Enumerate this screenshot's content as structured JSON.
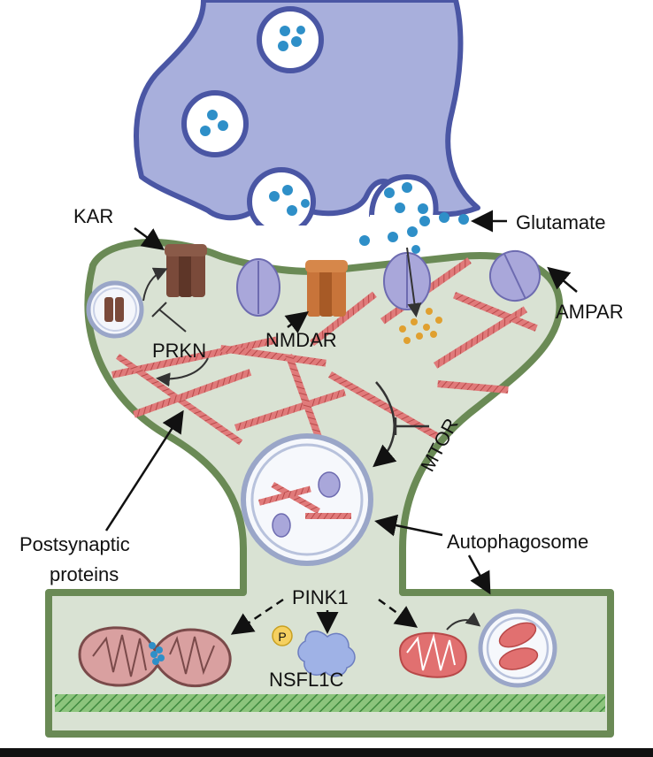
{
  "labels": {
    "kar": "KAR",
    "glutamate": "Glutamate",
    "ampar": "AMPAR",
    "prkn": "PRKN",
    "nmdar": "NMDAR",
    "mtor": "MTOR",
    "postsynaptic_line1": "Postsynaptic",
    "postsynaptic_line2": "proteins",
    "autophagosome": "Autophagosome",
    "pink1": "PINK1",
    "nsfl1c": "NSFL1C",
    "phospho": "P"
  },
  "colors": {
    "presynaptic_fill": "#a8afdc",
    "presynaptic_stroke": "#4a56a4",
    "vesicle_dot": "#2e8fc8",
    "postsynaptic_fill": "#d9e2d3",
    "postsynaptic_stroke": "#6a8a55",
    "actin": "#d96a6a",
    "kar_receptor": "#7a4a3a",
    "nmdar_receptor": "#c8743a",
    "ampar_receptor": "#a9a7da",
    "mitochondrion": "#d98a8a",
    "microtubule": "#5aa05a"
  }
}
